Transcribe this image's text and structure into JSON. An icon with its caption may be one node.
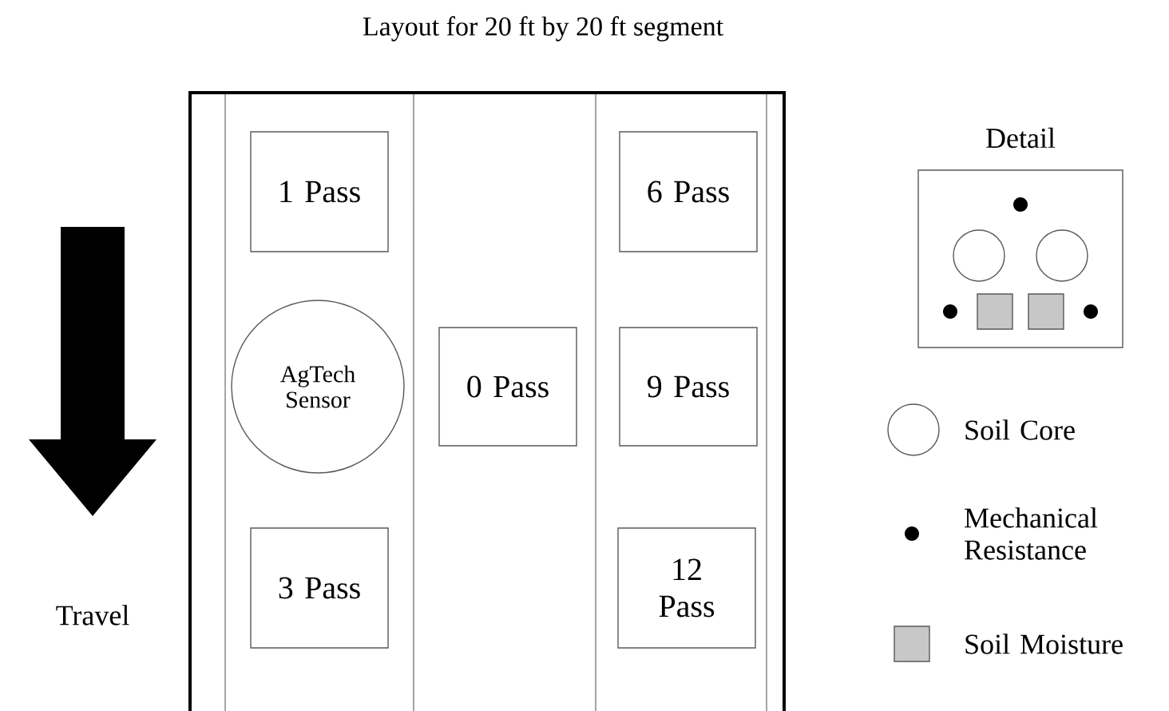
{
  "diagram": {
    "title": "Layout for 20 ft by 20 ft segment",
    "nodes": [
      {
        "text": [
          "1 Pass"
        ]
      },
      {
        "text": [
          "6 Pass"
        ]
      },
      {
        "text": [
          "AgTech Sensor"
        ]
      },
      {
        "text": [
          "0 Pass"
        ]
      },
      {
        "text": [
          "9 Pass"
        ]
      },
      {
        "text": [
          "3 Pass"
        ]
      },
      {
        "text": [
          "12 Pass"
        ]
      },
      {
        "text": [
          "Detail"
        ]
      }
    ],
    "edges": [],
    "labels": [
      "Travel"
    ],
    "legend": [
      {
        "text": "Soil Core"
      },
      {
        "text": "Mechanical Resistance"
      },
      {
        "text": "Soil Moisture",
        "color": "#c8c8c8"
      }
    ]
  }
}
